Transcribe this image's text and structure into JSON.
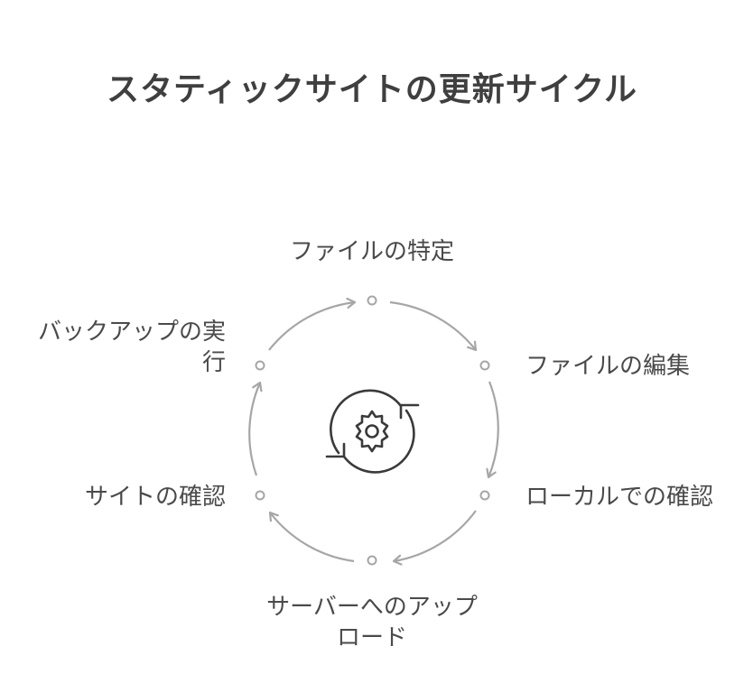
{
  "title": "スタティックサイトの更新サイクル",
  "steps": [
    {
      "label": "ファイルの特定"
    },
    {
      "label": "ファイルの編集"
    },
    {
      "label": "ローカルでの確認"
    },
    {
      "label": "サーバーへのアップロード"
    },
    {
      "label": "サイトの確認"
    },
    {
      "label": "バックアップの実行"
    }
  ],
  "center_icon": "gear-refresh-icon",
  "colors": {
    "ring": "#a6a6a6",
    "text": "#4a4a4a",
    "icon": "#3a3a3a"
  }
}
